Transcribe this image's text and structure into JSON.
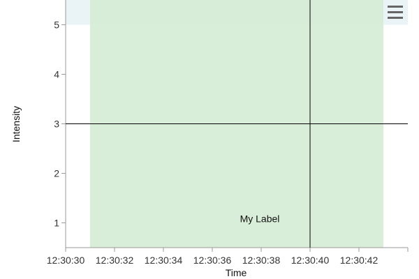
{
  "chart_data": {
    "type": "line",
    "xlabel": "Time",
    "ylabel": "Intensity",
    "x_axis": {
      "type": "time",
      "range": [
        "12:30:30",
        "12:30:44"
      ],
      "ticks": [
        "12:30:30",
        "12:30:32",
        "12:30:34",
        "12:30:36",
        "12:30:38",
        "12:30:40",
        "12:30:42"
      ]
    },
    "y_axis": {
      "range": [
        0.5,
        5.5
      ],
      "ticks": [
        1,
        2,
        3,
        4,
        5
      ]
    },
    "grid": false,
    "vertical_band": {
      "from": "12:30:31",
      "to": "12:30:43",
      "color": "#d5ecd4"
    },
    "horizontal_band": {
      "from": 5,
      "to": 5.5,
      "color": "#dcebf0",
      "opacity": 0.6
    },
    "horizontal_line": {
      "y": 3,
      "color": "#000000"
    },
    "vertical_line": {
      "x": "12:30:40",
      "color": "#000000"
    },
    "annotation": {
      "text": "My Label",
      "x": "12:30:38",
      "y": 1
    }
  },
  "ui": {
    "menu_icon": "hamburger-menu-icon",
    "menu_color": "#666666"
  }
}
